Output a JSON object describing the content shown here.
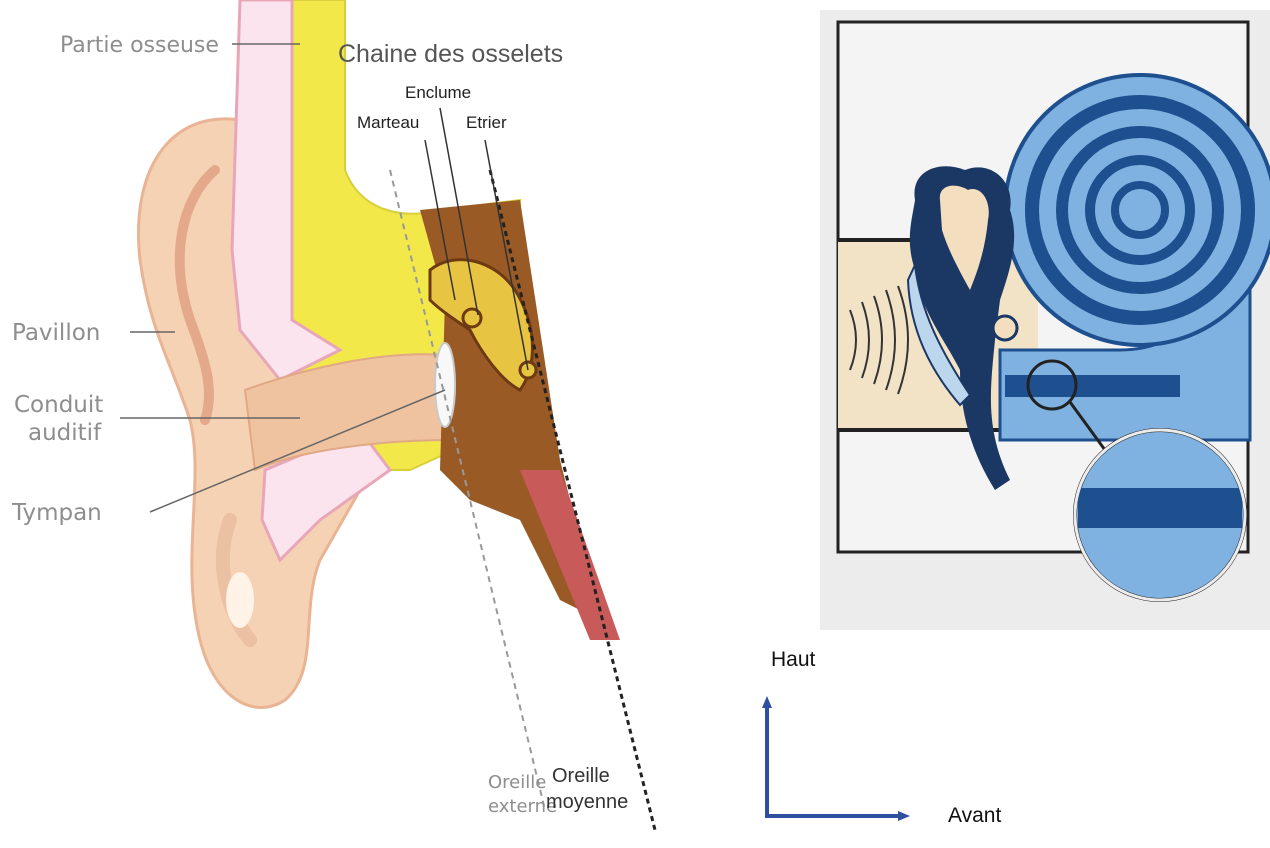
{
  "ear_diagram": {
    "labels": {
      "partie_osseuse": "Partie osseuse",
      "chaine_osselets": "Chaine des osselets",
      "enclume": "Enclume",
      "marteau": "Marteau",
      "etrier": "Etrier",
      "pavillon": "Pavillon",
      "conduit_line1": "Conduit",
      "conduit_line2": "auditif",
      "tympan": "Tympan",
      "oreille_externe_line1": "Oreille",
      "oreille_externe_line2": "externe",
      "oreille_moyenne_line1": "Oreille",
      "oreille_moyenne_line2": "moyenne"
    },
    "colors": {
      "skin": "#f6d2b4",
      "skin_dark": "#e9b493",
      "bone_yellow": "#f3e84a",
      "middle_ear_gold": "#d9b23a",
      "middle_ear_brown": "#8a4a1e",
      "cartilage_pink": "#e8a7b8"
    }
  },
  "inner_ear_diagram": {
    "colors": {
      "cochlea_light": "#7fb2e0",
      "cochlea_dark": "#1e4f8f",
      "ossicle_navy": "#1b3764",
      "ossicle_beige": "#f3dfbf",
      "background_grey": "#ececec"
    }
  },
  "orientation": {
    "up_label": "Haut",
    "forward_label": "Avant",
    "arrow_color": "#2f4fa0"
  }
}
